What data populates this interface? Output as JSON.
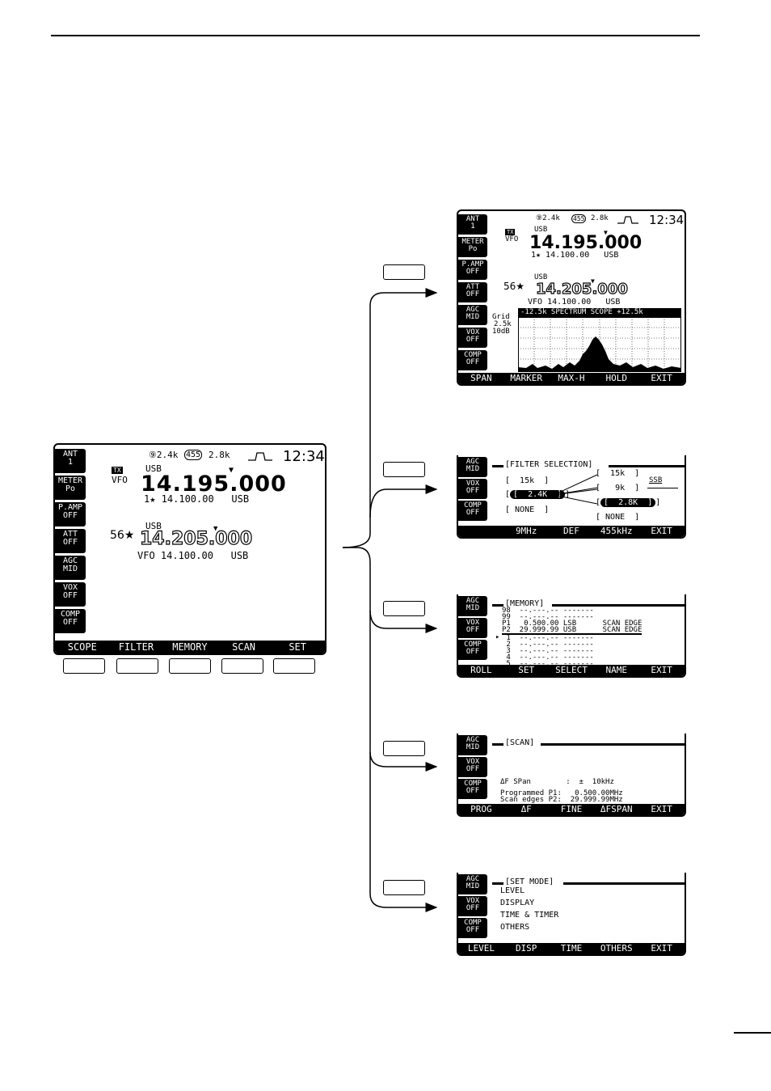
{
  "side_buttons_main": [
    {
      "l1": "ANT",
      "l2": "1"
    },
    {
      "l1": "METER",
      "l2": "Po"
    },
    {
      "l1": "P.AMP",
      "l2": "OFF"
    },
    {
      "l1": "ATT",
      "l2": "OFF"
    },
    {
      "l1": "AGC",
      "l2": "MID"
    },
    {
      "l1": "VOX",
      "l2": "OFF"
    },
    {
      "l1": "COMP",
      "l2": "OFF"
    }
  ],
  "side_buttons_sub": [
    {
      "l1": "AGC",
      "l2": "MID"
    },
    {
      "l1": "VOX",
      "l2": "OFF"
    },
    {
      "l1": "COMP",
      "l2": "OFF"
    }
  ],
  "status": {
    "filter9": "⑨2.4k",
    "filter455": "455",
    "filter455bw": "2.8k",
    "clock": "12:34"
  },
  "main": {
    "tx": "TX",
    "vfo": "VFO",
    "mode": "USB",
    "freq": "14.195.000",
    "sub_line": "1★ 14.100.00   USB",
    "mem": "56★",
    "mode2": "USB",
    "freq2": "14.205.000",
    "sub_line2": "VFO 14.100.00   USB",
    "keys": [
      "SCOPE",
      "FILTER",
      "MEMORY",
      "SCAN",
      "SET"
    ]
  },
  "scope": {
    "grid_label": "Grid",
    "grid_1": "2.5k",
    "grid_2": "10dB",
    "header": "-12.5k SPECTRUM SCOPE +12.5k",
    "keys": [
      "SPAN",
      "MARKER",
      "MAX-H",
      "HOLD",
      "EXIT"
    ]
  },
  "filter": {
    "title": "[FILTER SELECTION]",
    "left": [
      "[  15k  ]",
      "[  2.4K  ]",
      "[ NONE  ]"
    ],
    "right": [
      "[  15k  ]",
      "[   9k  ]",
      "[  2.8K  ]",
      "[ NONE  ]"
    ],
    "mode": "SSB",
    "keys": [
      "",
      "9MHz",
      "DEF",
      "455kHz",
      "EXIT"
    ]
  },
  "memory": {
    "title": "[MEMORY]",
    "rows": [
      "98  --.---.-- -------",
      "99  --.---.-- -------",
      "P1   0.500.00 LSB      SCAN EDGE",
      "P2  29.999.99 USB      SCAN EDGE",
      " 1  --.---.-- -------",
      " 2  --.---.-- -------",
      " 3  --.---.-- -------",
      " 4  --.---.-- -------",
      " 5  --.---.-- -------"
    ],
    "keys": [
      "ROLL",
      "SET",
      "SELECT",
      "NAME",
      "EXIT"
    ]
  },
  "scan": {
    "title": "[SCAN]",
    "line1": "ΔF SPan        :  ±  10kHz",
    "line2": "Programmed P1:   0.500.00MHz",
    "line3": "Scan edges P2:  29.999.99MHz",
    "keys": [
      "PROG",
      "ΔF",
      "FINE",
      "ΔFSPAN",
      "EXIT"
    ]
  },
  "setmode": {
    "title": "[SET MODE]",
    "items": [
      "LEVEL",
      "DISPLAY",
      "TIME & TIMER",
      "OTHERS"
    ],
    "keys": [
      "LEVEL",
      "DISP",
      "TIME",
      "OTHERS",
      "EXIT"
    ]
  }
}
